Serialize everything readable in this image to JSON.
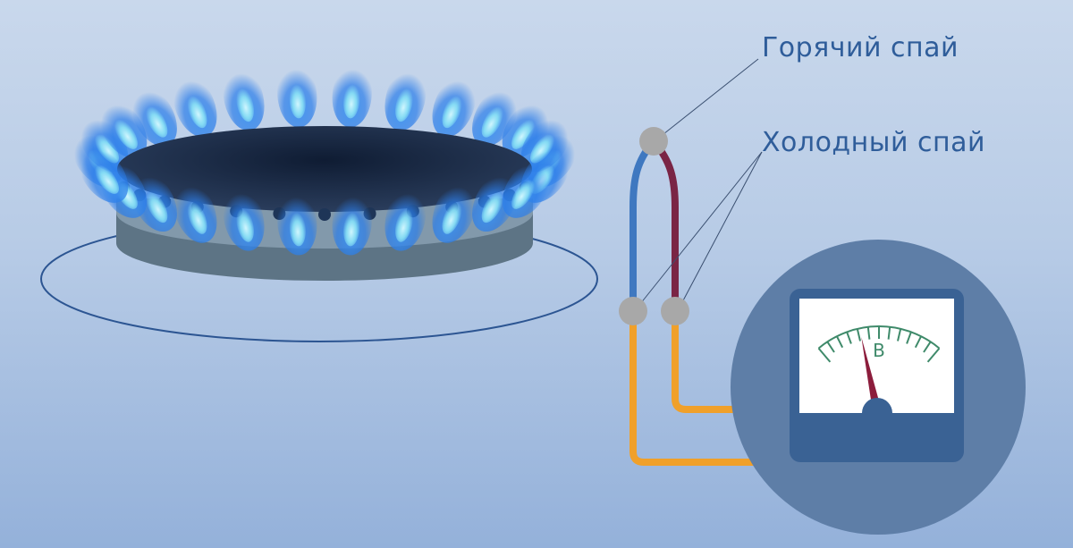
{
  "labels": {
    "hot_junction": "Горячий спай",
    "cold_junction": "Холодный спай"
  },
  "voltmeter": {
    "unit": "В",
    "needle_level": 0.35
  },
  "colors": {
    "background_top": "#c9d8ec",
    "background_bottom": "#94b1da",
    "flame_blue": "#2b7de9",
    "flame_cyan": "#8fe7f5",
    "burner_body": "#5d7485",
    "burner_top": "#1a2a44",
    "wire_blue": "#3f78c0",
    "wire_maroon": "#7a2545",
    "wire_orange": "#f0a02a",
    "junction": "#a8a8a8",
    "meter_circle": "#5e7ea7",
    "meter_frame": "#3a6294",
    "meter_face": "#ffffff",
    "needle": "#8c1d3c",
    "scale": "#3f8a6a",
    "label_text": "#2f5d9a"
  }
}
